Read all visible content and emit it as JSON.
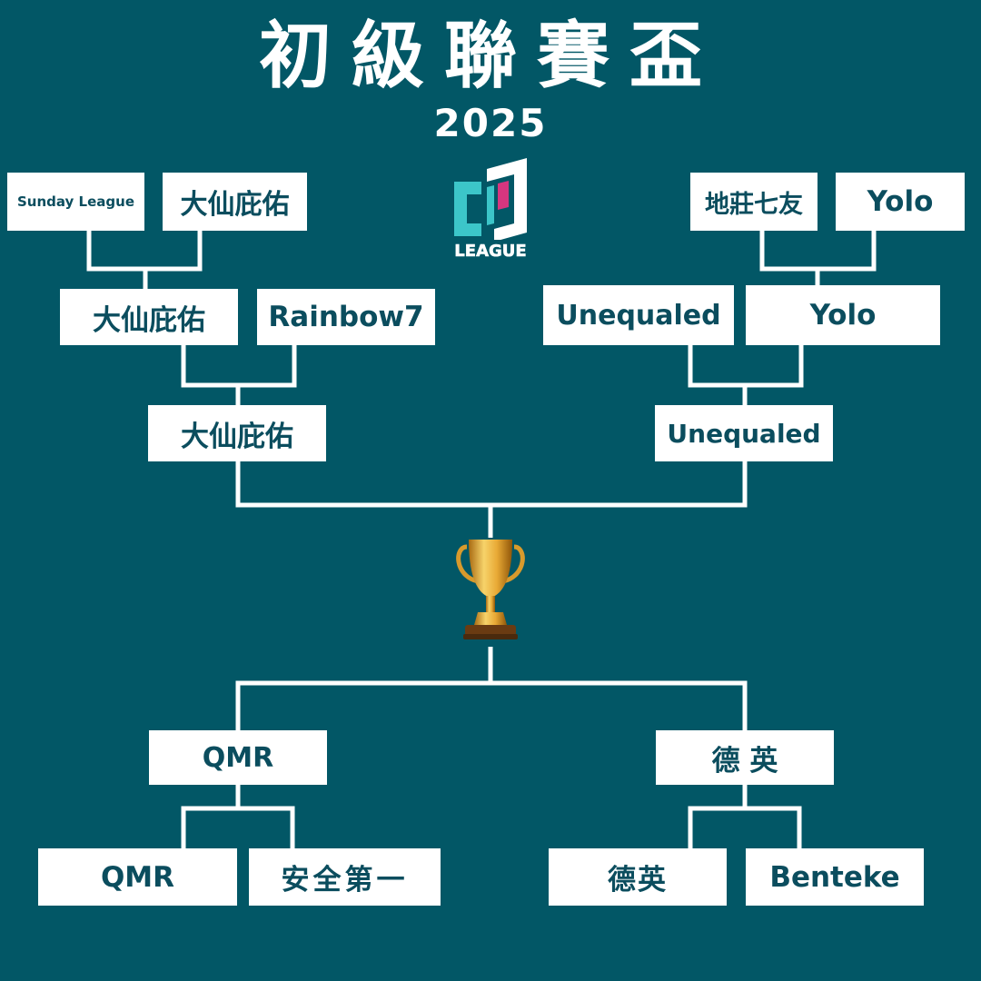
{
  "header": {
    "title": "初級聯賽盃",
    "year": "2025",
    "logo_text": "LEAGUE"
  },
  "colors": {
    "background": "#025766",
    "box": "#ffffff",
    "box_text": "#0b4d5e",
    "line": "#ffffff",
    "logo_teal": "#3cc6c9",
    "logo_pink": "#d6367f",
    "trophy_gold": "#e2a732"
  },
  "icons": {
    "trophy": "trophy-icon",
    "logo": "league-logo"
  },
  "bracket": {
    "top_left": {
      "round1": [
        "Sunday League",
        "大仙庇佑"
      ],
      "round2": [
        "大仙庇佑",
        "Rainbow7"
      ],
      "winner": "大仙庇佑"
    },
    "top_right": {
      "round1": [
        "地莊七友",
        "Yolo"
      ],
      "round2": [
        "Unequaled",
        "Yolo"
      ],
      "winner": "Unequaled"
    },
    "bottom_left": {
      "round1": [
        "QMR",
        "安全第一"
      ],
      "winner": "QMR"
    },
    "bottom_right": {
      "round1": [
        "德英",
        "Benteke"
      ],
      "winner": "德 英"
    }
  }
}
